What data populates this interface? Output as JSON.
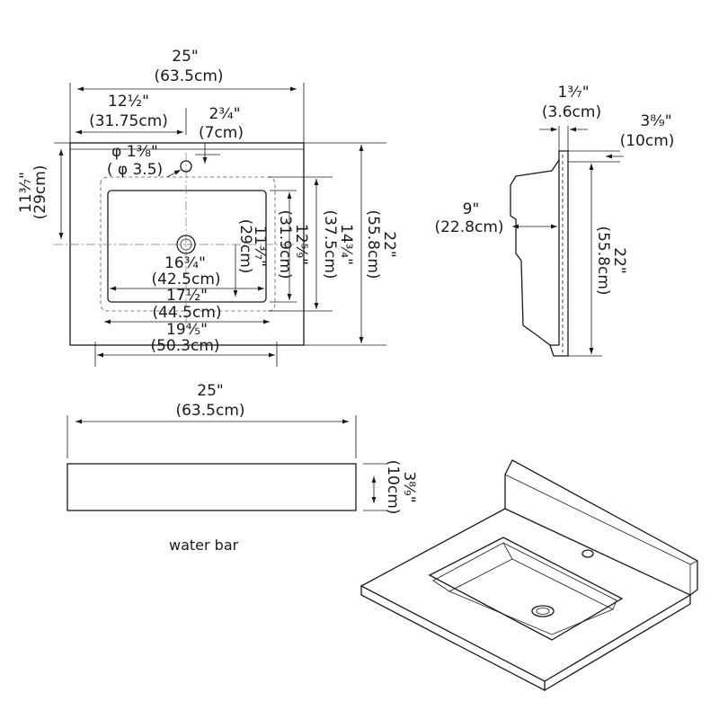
{
  "top_view": {
    "overall_width_in": "25\"",
    "overall_width_cm": "(63.5cm)",
    "half_width_in": "12½\"",
    "half_width_cm": "(31.75cm)",
    "hole_offset_in": "2¾\"",
    "hole_offset_cm": "(7cm)",
    "hole_dia_in": "φ 1⅜\"",
    "hole_dia_cm": "( φ 3.5)",
    "drain_from_back_in": "11³⁄₇\"",
    "drain_from_back_cm": "(29cm)",
    "bowl_width_in": "16¾\"",
    "bowl_width_cm": "(42.5cm)",
    "sink_width_in": "17½\"",
    "sink_width_cm": "(44.5cm)",
    "outer_sink_width_in": "19⅘\"",
    "outer_sink_width_cm": "(50.3cm)",
    "bowl_depth_in": "11³⁄₇\"",
    "bowl_depth_cm": "(29cm)",
    "sink_depth_in": "12⁵⁄₉\"",
    "sink_depth_cm": "(31.9cm)",
    "outer_sink_depth_in": "14¾\"",
    "outer_sink_depth_cm": "(37.5cm)",
    "overall_depth_in": "22\"",
    "overall_depth_cm": "(55.8cm)"
  },
  "side_view": {
    "top_thickness_in": "1³⁄₇\"",
    "top_thickness_cm": "(3.6cm)",
    "backsplash_in": "3⁸⁄₉\"",
    "backsplash_cm": "(10cm)",
    "bowl_depth_in": "9\"",
    "bowl_depth_cm": "(22.8cm)",
    "overall_depth_in": "22\"",
    "overall_depth_cm": "(55.8cm)"
  },
  "water_bar": {
    "width_in": "25\"",
    "width_cm": "(63.5cm)",
    "height_in": "3⁸⁄₉\"",
    "height_cm": "(10cm)",
    "caption": "water bar"
  }
}
